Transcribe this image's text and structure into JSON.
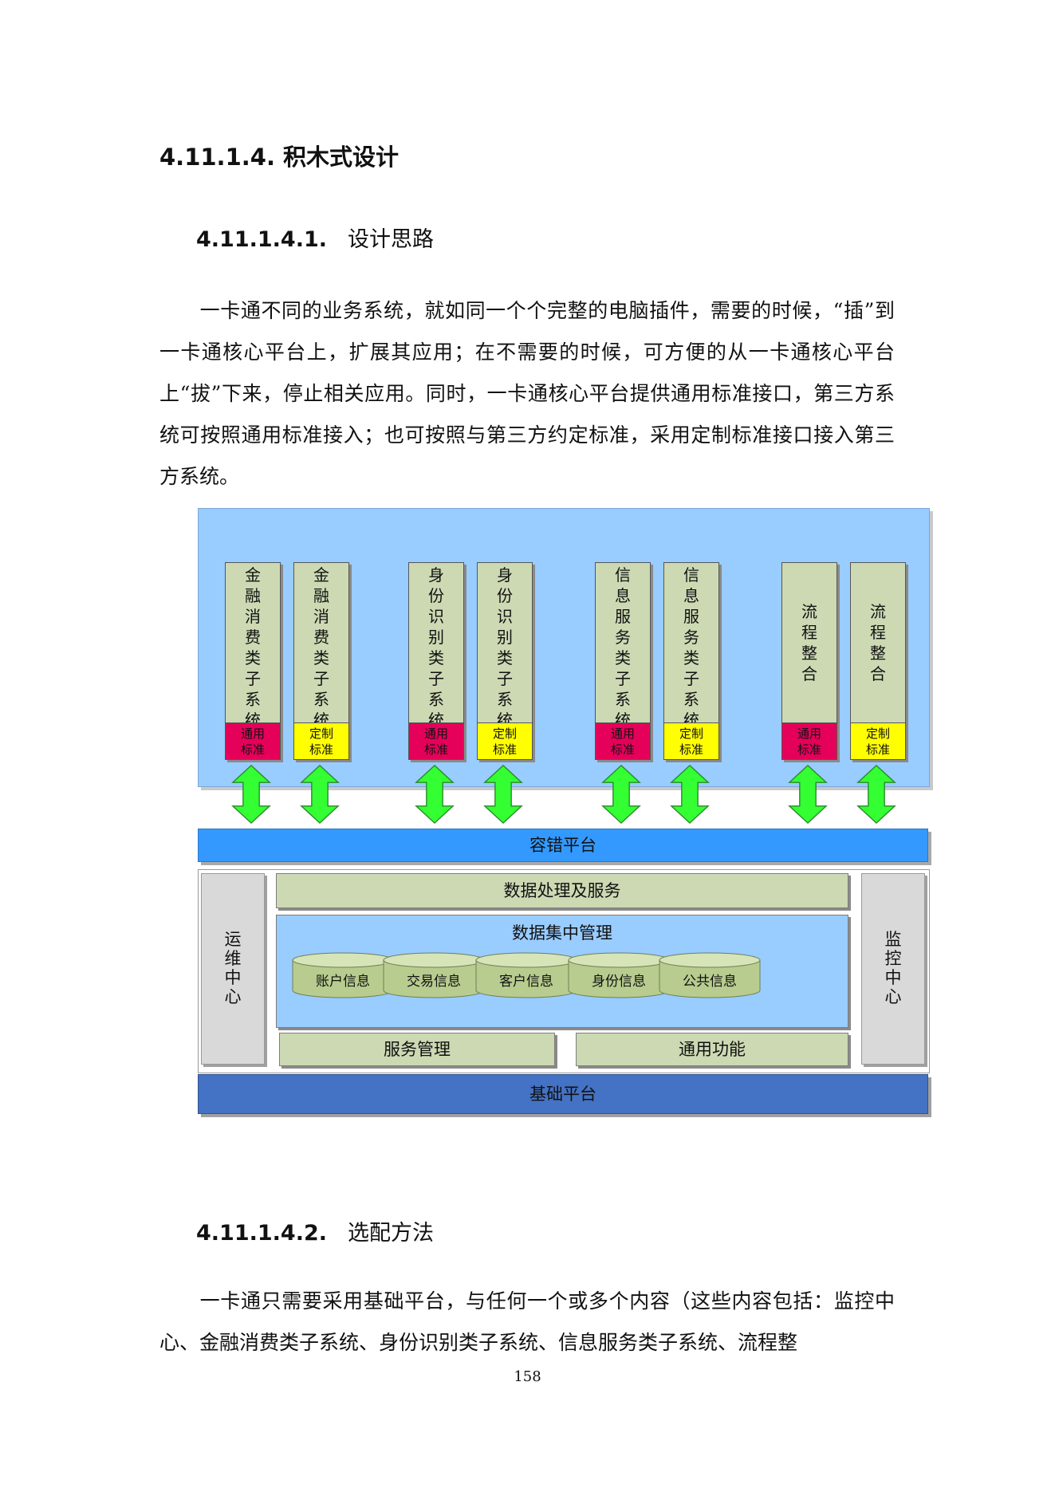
{
  "section": {
    "heading": "4.11.1.4.  积木式设计"
  },
  "sub1": {
    "number": "4.11.1.4.1.",
    "title": "设计思路",
    "paragraph": "一卡通不同的业务系统，就如同一个个完整的电脑插件，需要的时候，“插”到一卡通核心平台上，扩展其应用；在不需要的时候，可方便的从一卡通核心平台上“拔”下来，停止相关应用。同时，一卡通核心平台提供通用标准接口，第三方系统可按照通用标准接入；也可按照与第三方约定标准，采用定制标准接口接入第三方系统。"
  },
  "diagram": {
    "modules": [
      {
        "text": "金融消费类子系统",
        "badge": "通用标准",
        "badge_type": "red"
      },
      {
        "text": "金融消费类子系统",
        "badge": "定制标准",
        "badge_type": "yellow"
      },
      {
        "text": "身份识别类子系统",
        "badge": "通用标准",
        "badge_type": "red"
      },
      {
        "text": "身份识别类子系统",
        "badge": "定制标准",
        "badge_type": "yellow"
      },
      {
        "text": "信息服务类子系统",
        "badge": "通用标准",
        "badge_type": "red"
      },
      {
        "text": "信息服务类子系统",
        "badge": "定制标准",
        "badge_type": "yellow"
      },
      {
        "text": "流程整合",
        "badge": "通用标准",
        "badge_type": "red"
      },
      {
        "text": "流程整合",
        "badge": "定制标准",
        "badge_type": "yellow"
      }
    ],
    "fault_tolerance": "容错平台",
    "ops_center": "运维中心",
    "monitor_center": "监控中心",
    "data_processing": "数据处理及服务",
    "data_management": "数据集中管理",
    "databases": [
      "账户信息",
      "交易信息",
      "客户信息",
      "身份信息",
      "公共信息"
    ],
    "service_management": "服务管理",
    "common_functions": "通用功能",
    "base_platform": "基础平台",
    "colors": {
      "top_panel": "#99ccff",
      "module": "#ccd9b3",
      "badge_red": "#e5005a",
      "badge_yellow": "#ffff00",
      "arrow": "#33ff33",
      "fault_bar": "#3399ff",
      "base_bar": "#4472c4"
    }
  },
  "sub2": {
    "number": "4.11.1.4.2.",
    "title": "选配方法",
    "paragraph": "一卡通只需要采用基础平台，与任何一个或多个内容（这些内容包括：监控中心、金融消费类子系统、身份识别类子系统、信息服务类子系统、流程整"
  },
  "page_number": "158"
}
